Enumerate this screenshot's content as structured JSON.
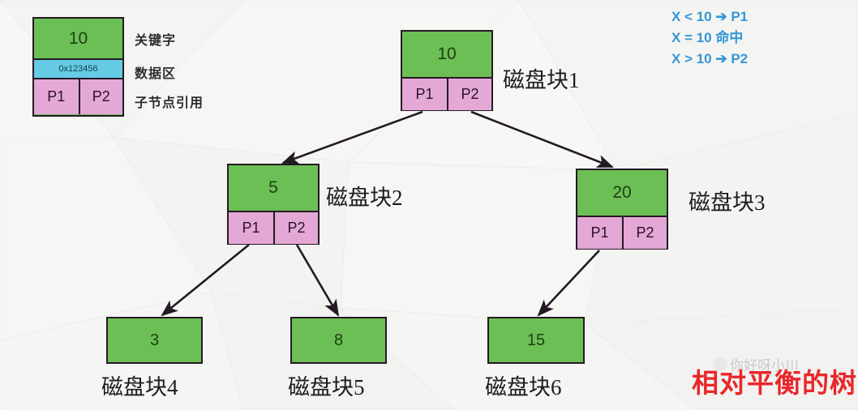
{
  "figure": {
    "title_note_red": "相对平衡的树",
    "watermark_text": "你好呀小川",
    "watermark_icon": "avatar-circle-icon",
    "background_color": "#f7f7f5"
  },
  "colors": {
    "key_green": "#6cbf54",
    "data_blue": "#66cbe5",
    "pointer_pink": "#e4a8d6",
    "border_dark": "#241a24",
    "rule_blue": "#3596d6",
    "note_red": "#e8282b"
  },
  "legend": {
    "key_value": "10",
    "data_value": "0x123456",
    "pointers": [
      "P1",
      "P2"
    ],
    "labels": {
      "key": "关键字",
      "data": "数据区",
      "pointers": "子节点引用"
    }
  },
  "rules": {
    "lines": [
      "X < 10  ➔ P1",
      "X = 10  命中",
      "X > 10  ➔ P2"
    ]
  },
  "tree": {
    "nodes": [
      {
        "id": "n1",
        "key": "10",
        "pointers": [
          "P1",
          "P2"
        ],
        "label": "磁盘块1"
      },
      {
        "id": "n2",
        "key": "5",
        "pointers": [
          "P1",
          "P2"
        ],
        "label": "磁盘块2"
      },
      {
        "id": "n3",
        "key": "20",
        "pointers": [
          "P1",
          "P2"
        ],
        "label": "磁盘块3"
      },
      {
        "id": "n4",
        "key": "3",
        "pointers": [],
        "label": "磁盘块4"
      },
      {
        "id": "n5",
        "key": "8",
        "pointers": [],
        "label": "磁盘块5"
      },
      {
        "id": "n6",
        "key": "15",
        "pointers": [],
        "label": "磁盘块6"
      }
    ],
    "edges": [
      {
        "from": "n1.P1",
        "to": "n2"
      },
      {
        "from": "n1.P2",
        "to": "n3"
      },
      {
        "from": "n2.P1",
        "to": "n4"
      },
      {
        "from": "n2.P2",
        "to": "n5"
      },
      {
        "from": "n3.P1",
        "to": "n6"
      }
    ]
  }
}
